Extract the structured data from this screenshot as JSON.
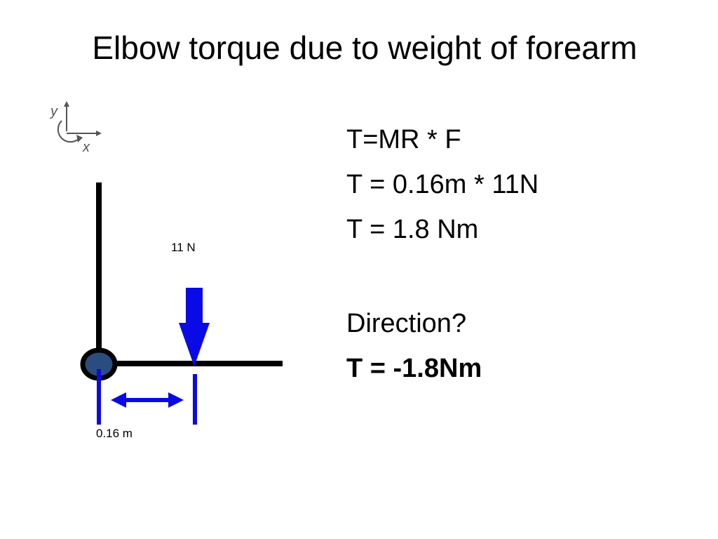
{
  "slide": {
    "title": "Elbow torque due to weight of forearm"
  },
  "axis_indicator": {
    "y_label": "y",
    "x_label": "x"
  },
  "diagram": {
    "force_label": "11 N",
    "distance_label": "0.16 m",
    "colors": {
      "arm": "#000000",
      "force_arrow": "#0a0ae6",
      "joint_fill": "#2b4c7e",
      "axis_icon": "#555555"
    }
  },
  "equations": {
    "line1": "T=MR * F",
    "line2": "T = 0.16m * 11N",
    "line3": "T = 1.8 Nm",
    "question": "Direction?",
    "answer": "T = -1.8Nm"
  }
}
